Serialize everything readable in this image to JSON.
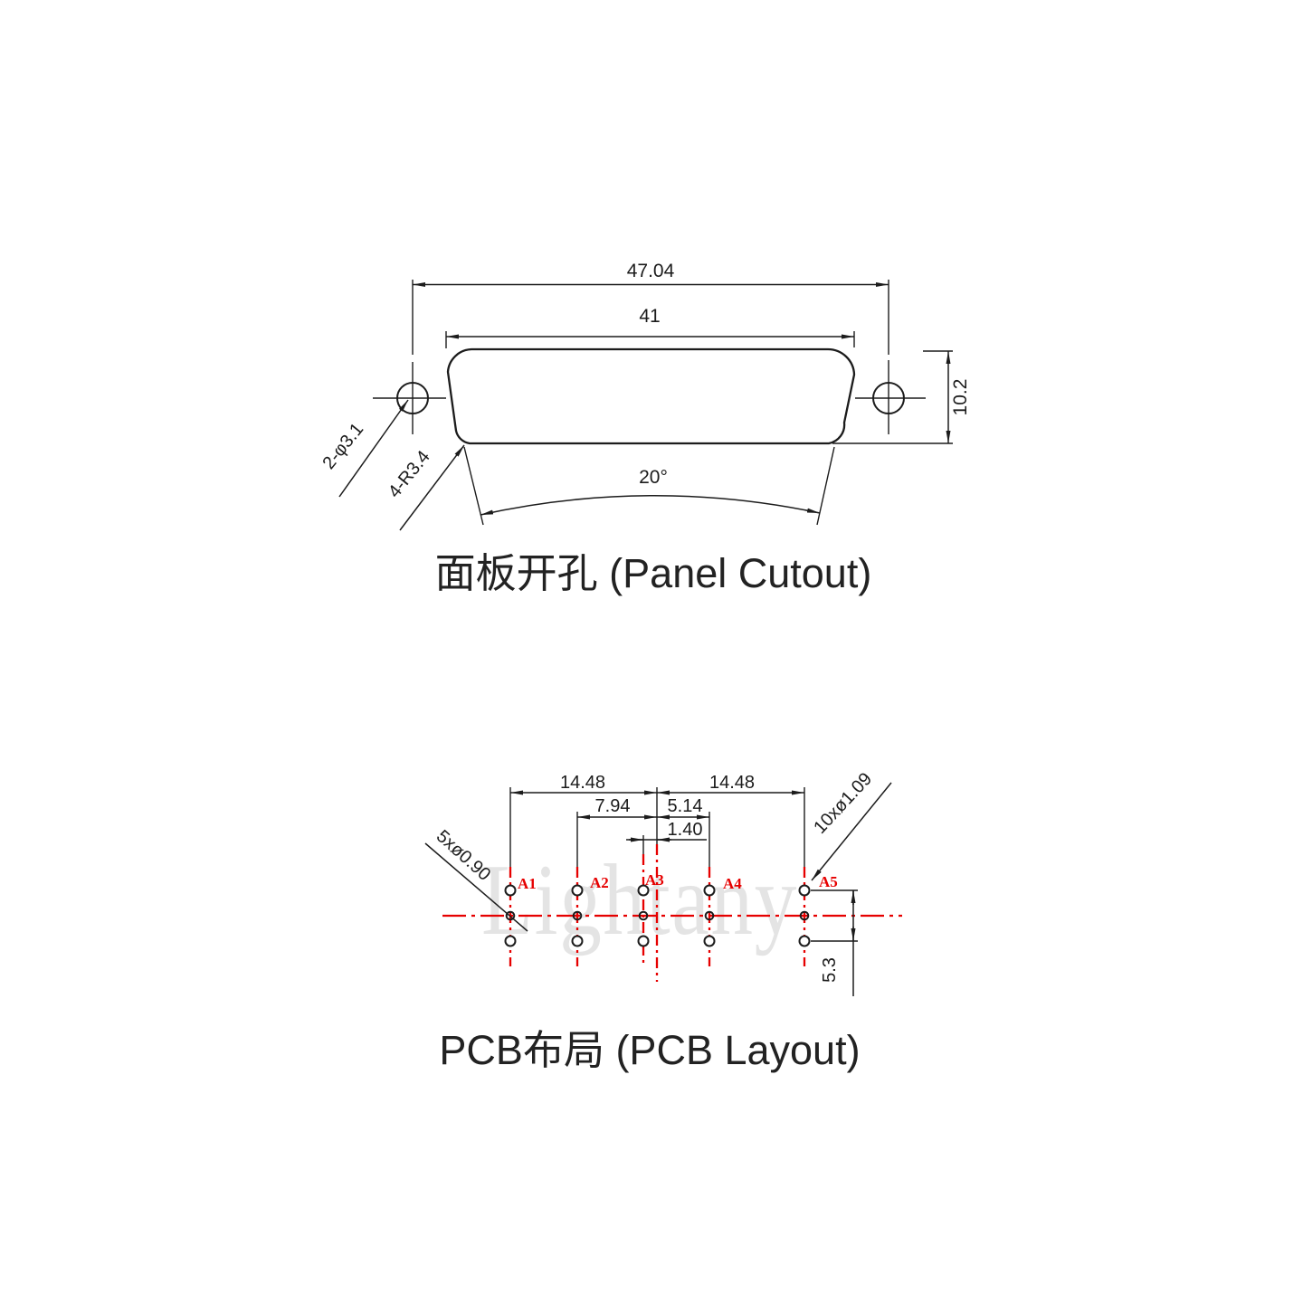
{
  "colors": {
    "line": "#1c1c1c",
    "red": "#e60000",
    "watermark": "#e4e4e4",
    "background": "#ffffff"
  },
  "watermark": "Lightany",
  "panel": {
    "title": "面板开孔 (Panel Cutout)",
    "dim_outer_width": "47.04",
    "dim_cutout_width": "41",
    "dim_height": "10.2",
    "dim_angle": "20°",
    "label_mount_holes": "2-φ3.1",
    "label_corner_radius": "4-R3.4"
  },
  "pcb": {
    "title": "PCB布局 (PCB Layout)",
    "dim_left_span": "14.48",
    "dim_right_span": "14.48",
    "dim_a2_offset": "7.94",
    "dim_a4_offset": "5.14",
    "dim_a3_offset": "1.40",
    "dim_row_spacing": "5.3",
    "label_signal_holes": "5xø0.90",
    "label_mount_holes": "10xø1.09",
    "pins": [
      "A1",
      "A2",
      "A3",
      "A4",
      "A5"
    ]
  }
}
